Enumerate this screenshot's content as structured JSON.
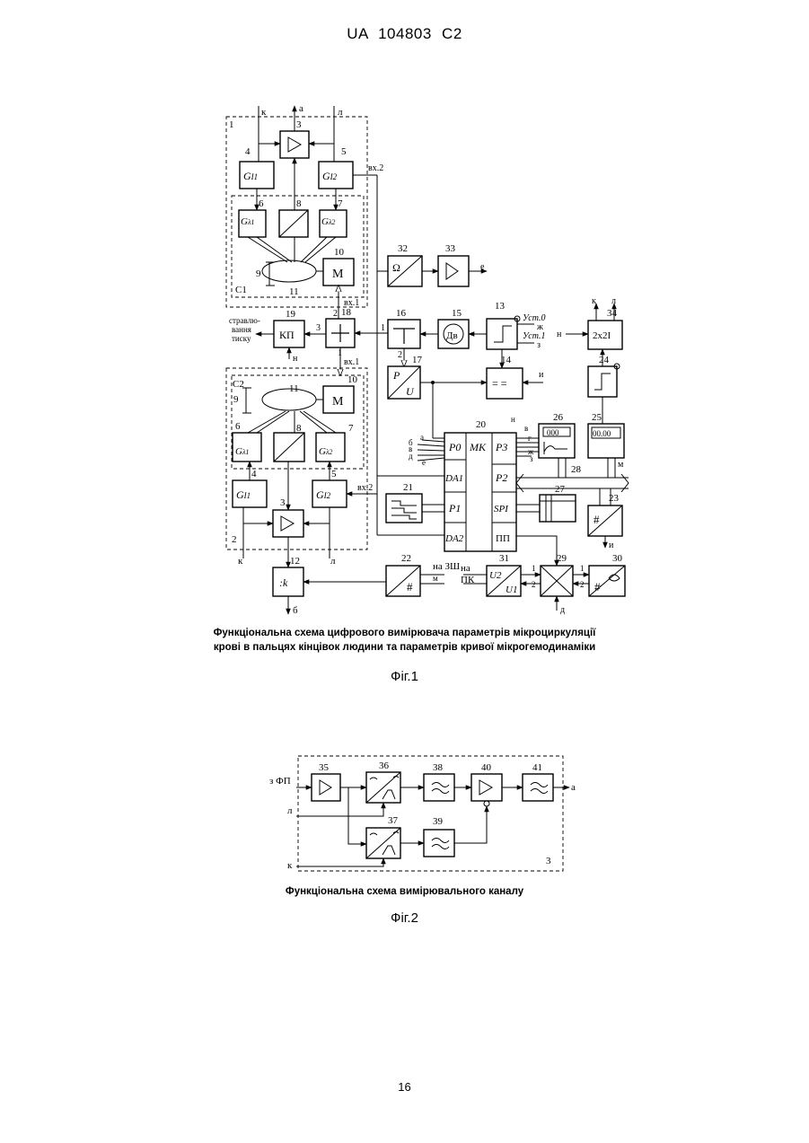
{
  "header": {
    "text": "UA   104803   C2"
  },
  "fig1": {
    "caption_line1": "Функціональна схема цифрового вимірювача параметрів мікроциркуляції",
    "caption_line2": "крові в пальцях кінцівок людини та параметрів кривої мікрогемодинаміки",
    "label": "Фіг.1",
    "blocks": {
      "b3": "3",
      "b4": "4",
      "b5": "5",
      "b6": "6",
      "b7": "7",
      "b8": "8",
      "b9": "9",
      "b10": "10",
      "b11": "11",
      "b12": "12",
      "b13": "13",
      "b14": "14",
      "b15": "15",
      "b16": "16",
      "b17": "17",
      "b18": "18",
      "b19": "19",
      "b20": "20",
      "b21": "21",
      "b22": "22",
      "b23": "23",
      "b24": "24",
      "b25": "25",
      "b26": "26",
      "b27": "27",
      "b28": "28",
      "b29": "29",
      "b30": "30",
      "b31": "31",
      "b32": "32",
      "b33": "33",
      "b34": "34",
      "c1": "C1",
      "c2": "C2",
      "n1": "1",
      "n2": "2"
    },
    "text": {
      "motor": "M",
      "kp": "КП",
      "dv": "Дв",
      "mk": "МК",
      "p0": "P0",
      "p1": "P1",
      "p2": "P2",
      "p3": "P3",
      "da1": "DA1",
      "da2": "DA2",
      "spi": "SPI",
      "pp": "ПП",
      "k": "к",
      "l": "л",
      "a": "а",
      "b": "б",
      "v": "в",
      "g": "г",
      "d": "д",
      "e": "е",
      "zh": "ж",
      "z": "з",
      "i": "и",
      "n": "н",
      "m": "м",
      "vkh1": "вх.1",
      "vkh2": "вх.2",
      "strav1": "стравлю-",
      "strav2": "вання",
      "strav3": "тиску",
      "ust0": "Уст.0",
      "ust1": "Уст.1",
      "na_zsh": "на ЗШ",
      "na": "на",
      "pk": "ПК",
      "disp26": "000",
      "disp25": "00.00",
      "b2x2i": "2х2І",
      "div_k": ":k",
      "omega": "Ω",
      "eq": "= =",
      "hash": "#",
      "p_over_u_p": "P",
      "p_over_u_u": "U",
      "u2": "U2",
      "u1": "U1",
      "gi1": "G",
      "gi1s": "I1",
      "gi2s": "I2",
      "gl1s": "λ1",
      "gl2s": "λ2"
    }
  },
  "fig2": {
    "caption": "Функціональна схема вимірювального каналу",
    "label": "Фіг.2",
    "blocks": {
      "b35": "35",
      "b36": "36",
      "b37": "37",
      "b38": "38",
      "b39": "39",
      "b40": "40",
      "b41": "41",
      "b3": "3"
    },
    "text": {
      "in_fp": "з ФП",
      "a": "а",
      "l": "л",
      "k": "к"
    }
  },
  "page_number": "16"
}
